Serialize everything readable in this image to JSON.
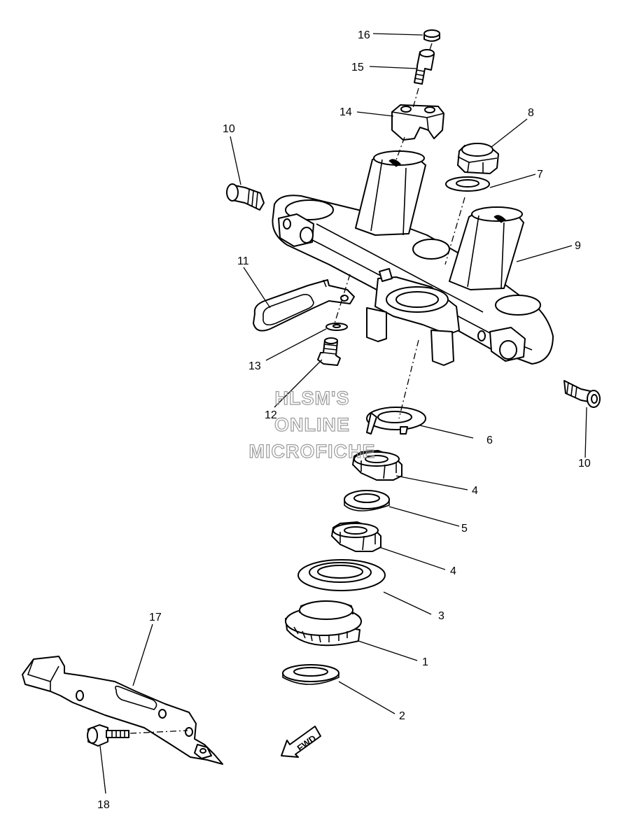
{
  "watermark": {
    "line1": "HLSM'S",
    "line2": "ONLINE",
    "line3": "MICROFICHE"
  },
  "direction_badge": "FWD",
  "callouts": [
    {
      "id": "c16",
      "text": "16"
    },
    {
      "id": "c15",
      "text": "15"
    },
    {
      "id": "c14",
      "text": "14"
    },
    {
      "id": "c10a",
      "text": "10"
    },
    {
      "id": "c8",
      "text": "8"
    },
    {
      "id": "c7",
      "text": "7"
    },
    {
      "id": "c9",
      "text": "9"
    },
    {
      "id": "c11",
      "text": "11"
    },
    {
      "id": "c13",
      "text": "13"
    },
    {
      "id": "c12",
      "text": "12"
    },
    {
      "id": "c6",
      "text": "6"
    },
    {
      "id": "c10b",
      "text": "10"
    },
    {
      "id": "c4a",
      "text": "4"
    },
    {
      "id": "c5",
      "text": "5"
    },
    {
      "id": "c4b",
      "text": "4"
    },
    {
      "id": "c3",
      "text": "3"
    },
    {
      "id": "c17",
      "text": "17"
    },
    {
      "id": "c1",
      "text": "1"
    },
    {
      "id": "c2",
      "text": "2"
    },
    {
      "id": "c18",
      "text": "18"
    }
  ]
}
